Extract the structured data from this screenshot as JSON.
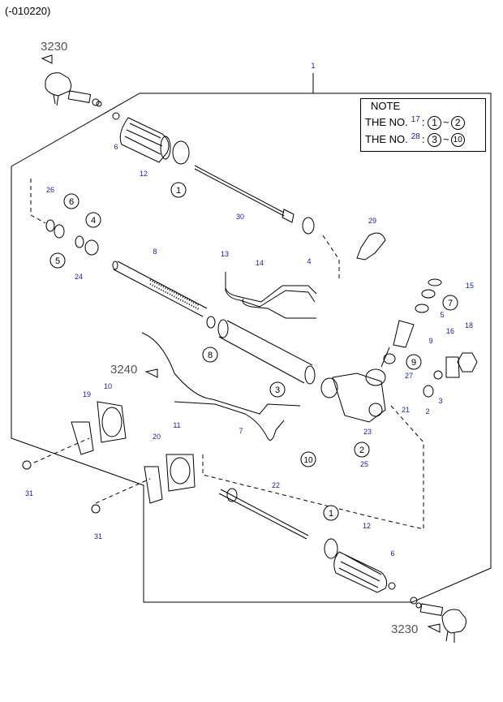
{
  "header": {
    "code": "(-010220)"
  },
  "note": {
    "title": "NOTE",
    "lines": [
      {
        "label": "THE NO.",
        "ref": "17",
        "sep": ":",
        "from": "1",
        "tilde": "~",
        "to": "2"
      },
      {
        "label": "THE NO.",
        "ref": "28",
        "sep": ":",
        "from": "3",
        "tilde": "~",
        "to": "10"
      }
    ]
  },
  "refs": {
    "top": "3230",
    "hose": "3240",
    "bottom": "3230"
  },
  "callouts": {
    "c1": "1",
    "c6a": "6",
    "c12a": "12",
    "c1a": "1",
    "c30": "30",
    "c29": "29",
    "c26": "26",
    "c6b": "6",
    "c4a": "4",
    "c5a": "5",
    "c24": "24",
    "c4b": "4",
    "c8": "8",
    "c8b": "8",
    "c13": "13",
    "c14": "14",
    "c15": "15",
    "c7a": "7",
    "c5b": "5",
    "c9a": "9",
    "c16": "16",
    "c18": "18",
    "c9b": "9",
    "c27": "27",
    "c2a": "2",
    "c3a": "3",
    "c21": "21",
    "c3b": "3",
    "c23": "23",
    "c2b": "2",
    "c25": "25",
    "c10a": "10",
    "c10b": "10",
    "c7b": "7",
    "c19": "19",
    "c11": "11",
    "c20": "20",
    "c31a": "31",
    "c31b": "31",
    "c22": "22",
    "c1b": "1",
    "c12b": "12",
    "c6c": "6"
  },
  "colors": {
    "number": "#1a1aa6",
    "line": "#000000"
  }
}
